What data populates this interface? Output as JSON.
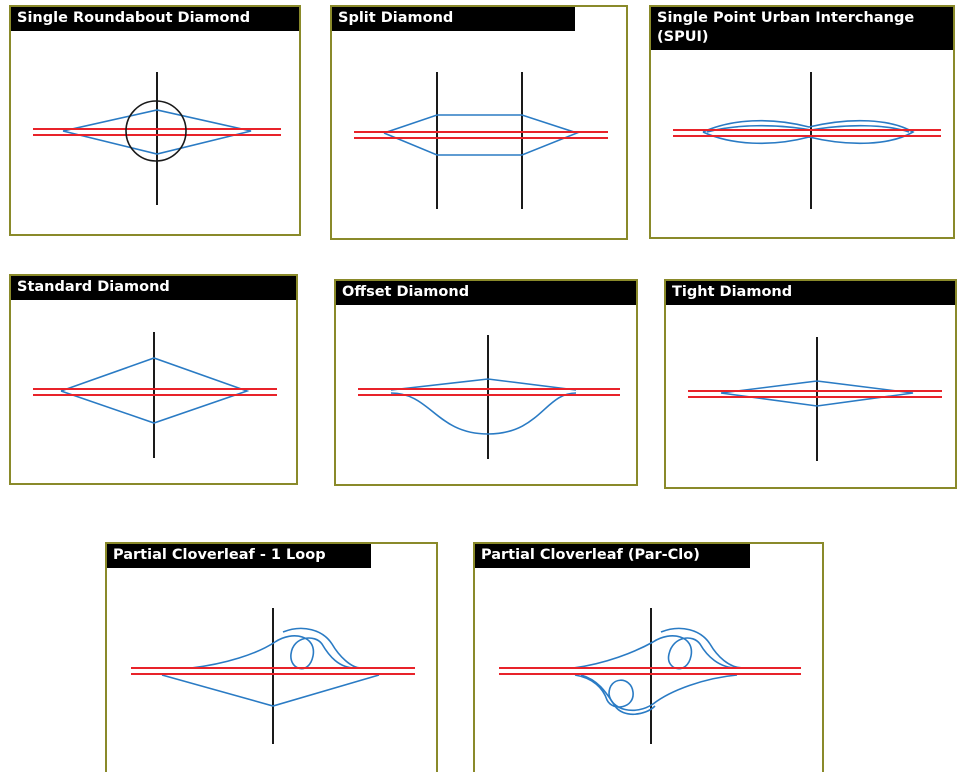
{
  "panels": [
    {
      "title": "Single Roundabout Diamond"
    },
    {
      "title": "Split Diamond"
    },
    {
      "title": "Single Point Urban Interchange\n(SPUI)"
    },
    {
      "title": "Standard Diamond"
    },
    {
      "title": "Offset Diamond"
    },
    {
      "title": "Tight Diamond"
    },
    {
      "title": "Partial Cloverleaf - 1 Loop"
    },
    {
      "title": "Partial Cloverleaf (Par-Clo)"
    }
  ],
  "colors": {
    "panel_border": "#8a8a2a",
    "title_background": "#000000",
    "title_text": "#ffffff",
    "freeway": "#e8232a",
    "ramp": "#2a7bc4",
    "crossroad": "#1a1a1a"
  }
}
